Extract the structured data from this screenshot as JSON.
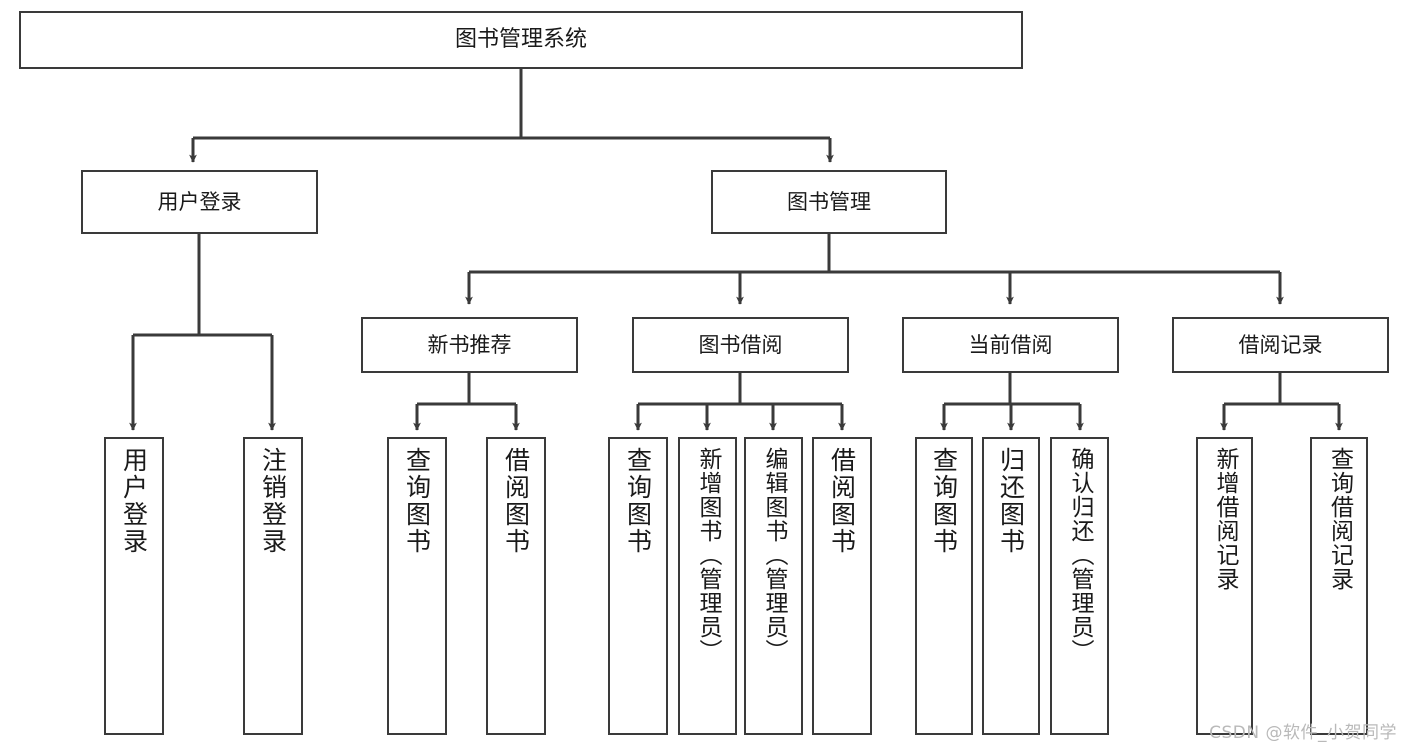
{
  "diagram": {
    "title": "图书管理系统",
    "watermark": "CSDN @软件_小贺同学",
    "line_color": "#3a3a3a",
    "box_fill": "#ffffff",
    "text_color": "#1a1a1a",
    "watermark_color": "#b9b9b9"
  },
  "nodes": {
    "root": {
      "label": "图书管理系统"
    },
    "level1": [
      {
        "label": "用户登录"
      },
      {
        "label": "图书管理"
      }
    ],
    "level2": [
      {
        "label": "新书推荐"
      },
      {
        "label": "图书借阅"
      },
      {
        "label": "当前借阅"
      },
      {
        "label": "借阅记录"
      }
    ],
    "leaves_login": [
      {
        "label": "用户登录"
      },
      {
        "label": "注销登录"
      }
    ],
    "leaves_recommend": [
      {
        "label": "查询图书"
      },
      {
        "label": "借阅图书"
      }
    ],
    "leaves_borrow": [
      {
        "label": "查询图书"
      },
      {
        "label": "新增图书（管理员）"
      },
      {
        "label": "编辑图书（管理员）"
      },
      {
        "label": "借阅图书"
      }
    ],
    "leaves_current": [
      {
        "label": "查询图书"
      },
      {
        "label": "归还图书"
      },
      {
        "label": "确认归还（管理员）"
      }
    ],
    "leaves_record": [
      {
        "label": "新增借阅记录"
      },
      {
        "label": "查询借阅记录"
      }
    ]
  },
  "chart_data": {
    "type": "tree-diagram",
    "title": "图书管理系统",
    "orientation": "top-down",
    "tree": {
      "name": "图书管理系统",
      "children": [
        {
          "name": "用户登录",
          "children": [
            {
              "name": "用户登录"
            },
            {
              "name": "注销登录"
            }
          ]
        },
        {
          "name": "图书管理",
          "children": [
            {
              "name": "新书推荐",
              "children": [
                {
                  "name": "查询图书"
                },
                {
                  "name": "借阅图书"
                }
              ]
            },
            {
              "name": "图书借阅",
              "children": [
                {
                  "name": "查询图书"
                },
                {
                  "name": "新增图书（管理员）"
                },
                {
                  "name": "编辑图书（管理员）"
                },
                {
                  "name": "借阅图书"
                }
              ]
            },
            {
              "name": "当前借阅",
              "children": [
                {
                  "name": "查询图书"
                },
                {
                  "name": "归还图书"
                },
                {
                  "name": "确认归还（管理员）"
                }
              ]
            },
            {
              "name": "借阅记录",
              "children": [
                {
                  "name": "新增借阅记录"
                },
                {
                  "name": "查询借阅记录"
                }
              ]
            }
          ]
        }
      ]
    }
  }
}
